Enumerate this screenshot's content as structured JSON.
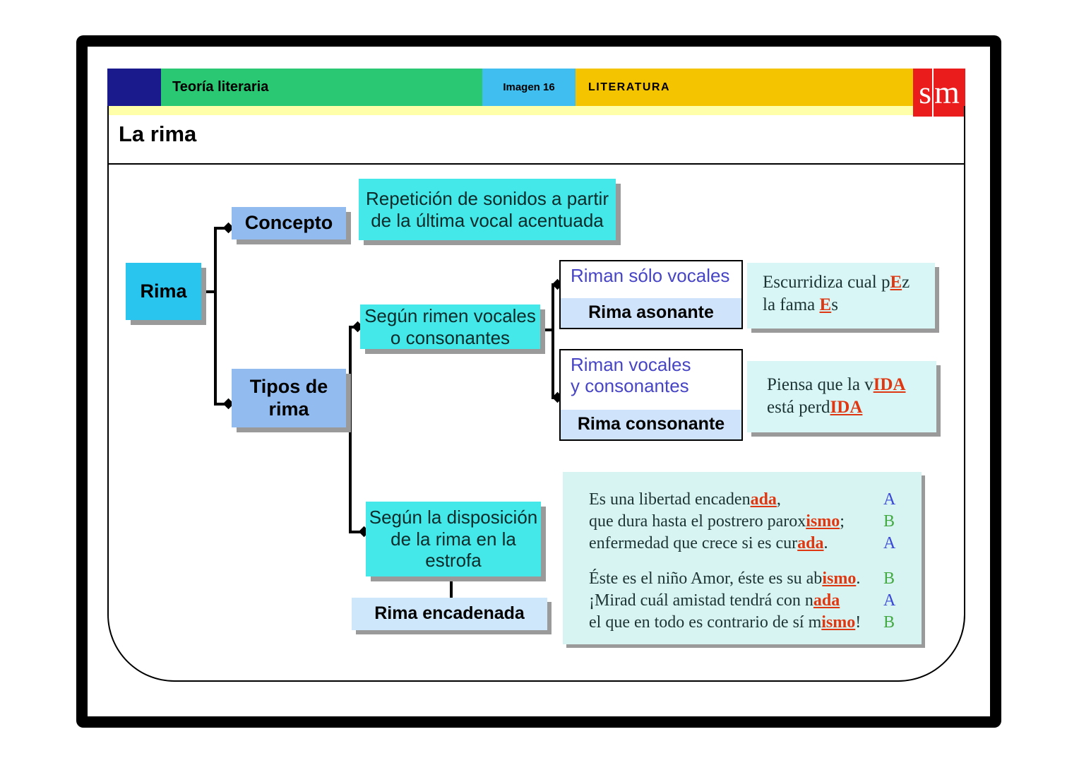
{
  "header": {
    "course": "Teoría literaria",
    "image_label": "Imagen 16",
    "subject": "LITERATURA",
    "logo_s": "s",
    "logo_m": "m"
  },
  "title": "La rima",
  "tree": {
    "root": "Rima",
    "concepto": "Concepto",
    "concepto_def": {
      "l1": "Repetición de sonidos a partir",
      "l2": "de la última vocal acentuada"
    },
    "tipos": {
      "l1": "Tipos de",
      "l2": "rima"
    },
    "crit_vocales": {
      "l1": "Según rimen vocales",
      "l2": "o consonantes"
    },
    "asonante": {
      "desc": "Riman sólo vocales",
      "name": "Rima asonante"
    },
    "consonante": {
      "desc_l1": "Riman vocales",
      "desc_l2": "y consonantes",
      "name": "Rima consonante"
    },
    "crit_disposicion": {
      "l1": "Según la disposición",
      "l2": "de la rima en la",
      "l3": "estrofa"
    },
    "encadenada": "Rima encadenada"
  },
  "examples": {
    "asonante": {
      "l1a": "Escurridiza cual p",
      "l1b": "E",
      "l1c": "z",
      "l2a": "la fama ",
      "l2b": "E",
      "l2c": "s"
    },
    "consonante": {
      "l1a": "Piensa que la v",
      "l1b": "IDA",
      "l2a": "está perd",
      "l2b": "IDA"
    }
  },
  "poem": {
    "lines": [
      {
        "pre": "Es una libertad encaden",
        "red": "ada",
        "post": ",",
        "letter": "A"
      },
      {
        "pre": "que dura hasta el postrero parox",
        "red": "ismo",
        "post": ";",
        "letter": "B"
      },
      {
        "pre": "enfermedad que crece si es cur",
        "red": "ada",
        "post": ".",
        "letter": "A"
      },
      {
        "pre": "Éste es el niño Amor, éste es su ab",
        "red": "ismo",
        "post": ".",
        "letter": "B"
      },
      {
        "pre": "¡Mirad cuál amistad tendrá con n",
        "red": "ada",
        "post": "",
        "letter": "A"
      },
      {
        "pre": "el que en todo es contrario de sí m",
        "red": "ismo",
        "post": "!",
        "letter": "B"
      }
    ]
  },
  "colors": {
    "navy": "#1a1a8c",
    "header_green": "#2bc873",
    "header_blue": "#41bef0",
    "header_gold": "#f5c400",
    "accent_pale_yellow": "#ffffaa",
    "logo_red": "#ea1c1c",
    "node_cyan_deep": "#29c5ee",
    "node_cyan": "#45e8e8",
    "node_periwinkle": "#92bbf0",
    "node_pale_blue": "#cfe3fa",
    "example_bg": "#d9f6f6",
    "poem_bg": "#d8f4f2",
    "label_purple": "#4745c4",
    "highlight_red": "#df3711",
    "rhyme_a_blue": "#3a49d8",
    "rhyme_b_green": "#43a943"
  }
}
